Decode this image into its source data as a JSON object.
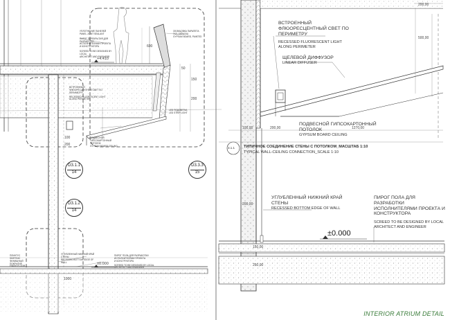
{
  "caption": "INTERIOR ATRIUM DETAIL",
  "elevation_main": "±0.000",
  "left_detail": {
    "level_upper": "+4.410",
    "level_lower": "±0.000",
    "notes_upper_left": [
      "УПЛОТНЕНИЕ ПАНЕЛЕЙ",
      "PANEL JOINT SEALANT",
      "ПИРОГ ПЕРЕКРЫТИЯ ДЛЯ РАЗРАБОТКИ",
      "ИСПОЛНИТЕЛЯМИ ПРОЕКТА",
      "И КОНСТРУКТОРА",
      "SCREED TO BE DESIGNED BY LOCAL",
      "ARCHITECT AND ENGINEER"
    ],
    "notes_upper_right": [
      "ОБЛИЦОВКА ПАРАПЕТА",
      "ГКЛ, ОКРАСКА",
      "GYPSUM BOARD, PAINTED"
    ],
    "notes_mid": [
      "ВСТРОЕННЫЙ",
      "ФЛЮОРЕСЦЕНТНЫЙ СВЕТ ПО",
      "ПЕРИМЕТРУ",
      "RECESSED FLUORESCENT LIGHT",
      "ALONG PERIMETER"
    ],
    "note_led": [
      "LED ПОДСВЕТКА",
      "LED STRIP LIGHT"
    ],
    "note_ceiling": [
      "ПОДВЕСНОЙ ГИПСОКАРТОННЫЙ",
      "ПОТОЛОК",
      "GYPSUM BOARD CEILING"
    ],
    "notes_bottom_left": [
      "ПЛИНТУС",
      "SKIRTING",
      "ФИНИШНЫЙ",
      "ПОКРЫТИЕ",
      "FINISH FLOOR"
    ],
    "notes_bottom_mid": [
      "УГЛУБЛЕННЫЙ НИЖНИЙ КРАЙ СТЕНЫ",
      "RECESSED BOTTOM EDGE OF WALL"
    ],
    "notes_bottom_right": [
      "ПИРОГ ПОЛА ДЛЯ РАЗРАБОТКИ",
      "ИСПОЛНИТЕЛЯМИ ПРОЕКТА",
      "И КОНСТРУКТОРА",
      "SCREED TO BE DESIGNED BY LOCAL",
      "ARCHITECT AND ENGINEER"
    ],
    "dims": [
      "150",
      "200",
      "50",
      "100",
      "200",
      "600",
      "1000"
    ]
  },
  "bubbles": [
    {
      "ref": "D3.1.1",
      "sheet": "14"
    },
    {
      "ref": "D3.3.3",
      "sheet": "15"
    },
    {
      "ref": "D3.1.2",
      "sheet": "14"
    }
  ],
  "right_detail": {
    "light_note": [
      "ВСТРОЕННЫЙ",
      "ФЛЮОРЕСЦЕНТНЫЙ СВЕТ ПО",
      "ПЕРИМЕТРУ",
      "RECESSED FLUORESCENT LIGHT",
      "ALONG PERIMETER"
    ],
    "diffuser_note": [
      "ЩЕЛЕВОЙ ДИФФУЗОР",
      "LINEAR DIFFUSER"
    ],
    "ceiling_note": [
      "ПОДВЕСНОЙ ГИПСОКАРТОННЫЙ",
      "ПОТОЛОК",
      "GYPSUM BOARD CEILING"
    ],
    "section_id": "3.1.1",
    "section_title_ru": "ТИПИЧНОЕ СОЕДИНЕНИЕ СТЕНЫ С ПОТОЛКОМ_МАСШТАБ 1:10",
    "section_title_en": "TYPICAL WALL-CEILING CONNECTION_SCALE 1:10",
    "edge_note": [
      "УГЛУБЛЕННЫЙ НИЖНИЙ КРАЙ СТЕНЫ",
      "RECESSED BOTTOM EDGE OF WALL"
    ],
    "screed_note": [
      "ПИРОГ ПОЛА ДЛЯ РАЗРАБОТКИ",
      "ИСПОЛНИТЕЛЯМИ ПРОЕКТА И",
      "КОНСТРУКТОРА",
      "SCREED TO BE DESIGNED BY LOCAL",
      "ARCHITECT AND ENGINEER"
    ],
    "dims": {
      "top": "200,00",
      "right": "500,00",
      "wall_a": "100,00",
      "wall_b": "200,00",
      "span": "1270,00",
      "wall_mid": "200,00",
      "floor_a": "150,00",
      "floor_b": "250,00"
    }
  }
}
